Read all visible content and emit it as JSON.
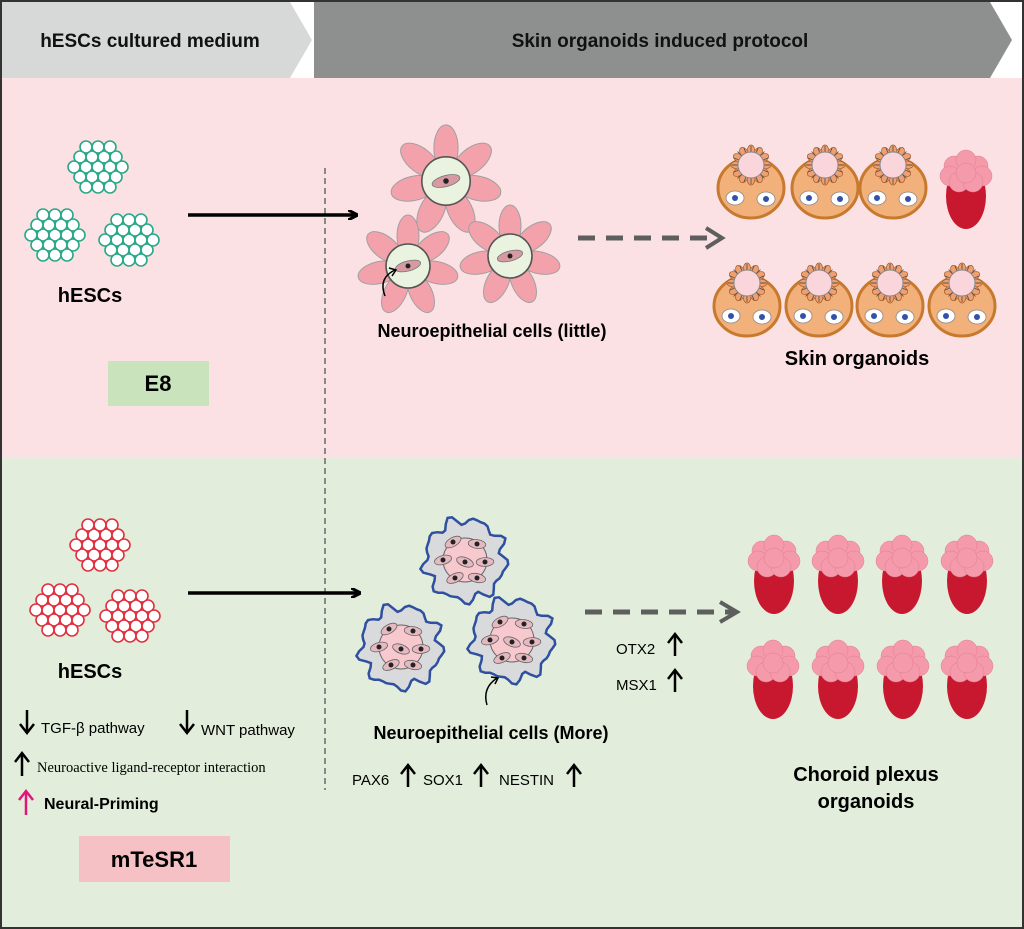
{
  "header": {
    "left_banner": "hESCs cultured medium",
    "right_banner": "Skin organoids induced protocol"
  },
  "top_panel": {
    "cells_label": "hESCs",
    "medium_badge": "E8",
    "middle_label": "Neuroepithelial cells (little)",
    "result_label": "Skin organoids"
  },
  "bottom_panel": {
    "cells_label": "hESCs",
    "medium_badge": "mTeSR1",
    "middle_label": "Neuroepithelial cells (More)",
    "result_label_line1": "Choroid plexus",
    "result_label_line2": "organoids",
    "pathways": {
      "tgf": "TGF-β pathway",
      "wnt": "WNT pathway",
      "neuroactive": "Neuroactive ligand-receptor interaction",
      "priming": "Neural-Priming"
    },
    "markers": {
      "pax6": "PAX6",
      "sox1": "SOX1",
      "nestin": "NESTIN",
      "otx2": "OTX2",
      "msx1": "MSX1"
    }
  },
  "colors": {
    "top_bg": "#fbe1e3",
    "bottom_bg": "#e2eedb",
    "left_header": "#d7d9d9",
    "right_header": "#8e9090",
    "e8_badge": "#c9e3bd",
    "mtesr_badge": "#f6c1c4",
    "teal_cell": "#2aa789",
    "red_cell": "#e0303f",
    "petal": "#f3a2ab",
    "organoid_orange": "#f2b07a",
    "organoid_rim": "#c77a2e",
    "choroid_red": "#c8182f",
    "choroid_pink": "#f49aab",
    "blue_outline": "#2f4fa0",
    "arrow_gray": "#5e5e5e",
    "magenta": "#e2157b"
  }
}
